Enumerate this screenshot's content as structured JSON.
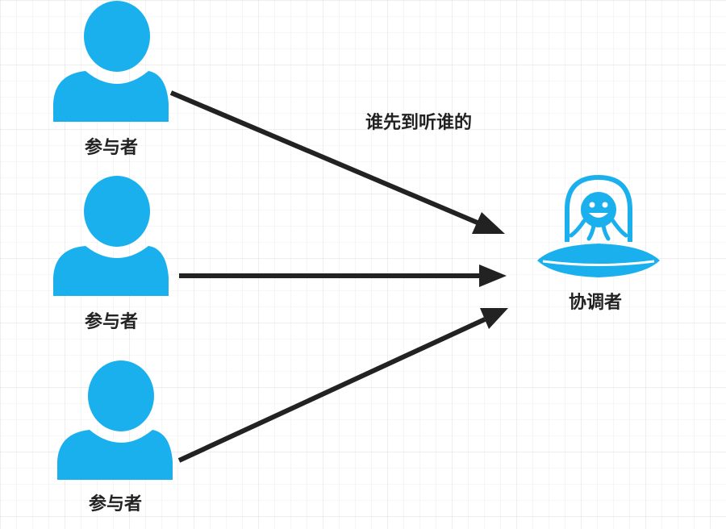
{
  "diagram": {
    "participant_label": "参与者",
    "coordinator_label": "协调者",
    "edge_label": "谁先到听谁的",
    "participants": [
      {
        "label": "参与者"
      },
      {
        "label": "参与者"
      },
      {
        "label": "参与者"
      }
    ],
    "colors": {
      "icon": "#1ab0ee",
      "arrow": "#222222",
      "grid": "#e3e3e3",
      "background": "#ffffff"
    },
    "icons": {
      "participant": "person-icon",
      "coordinator": "ufo-alien-icon"
    }
  }
}
